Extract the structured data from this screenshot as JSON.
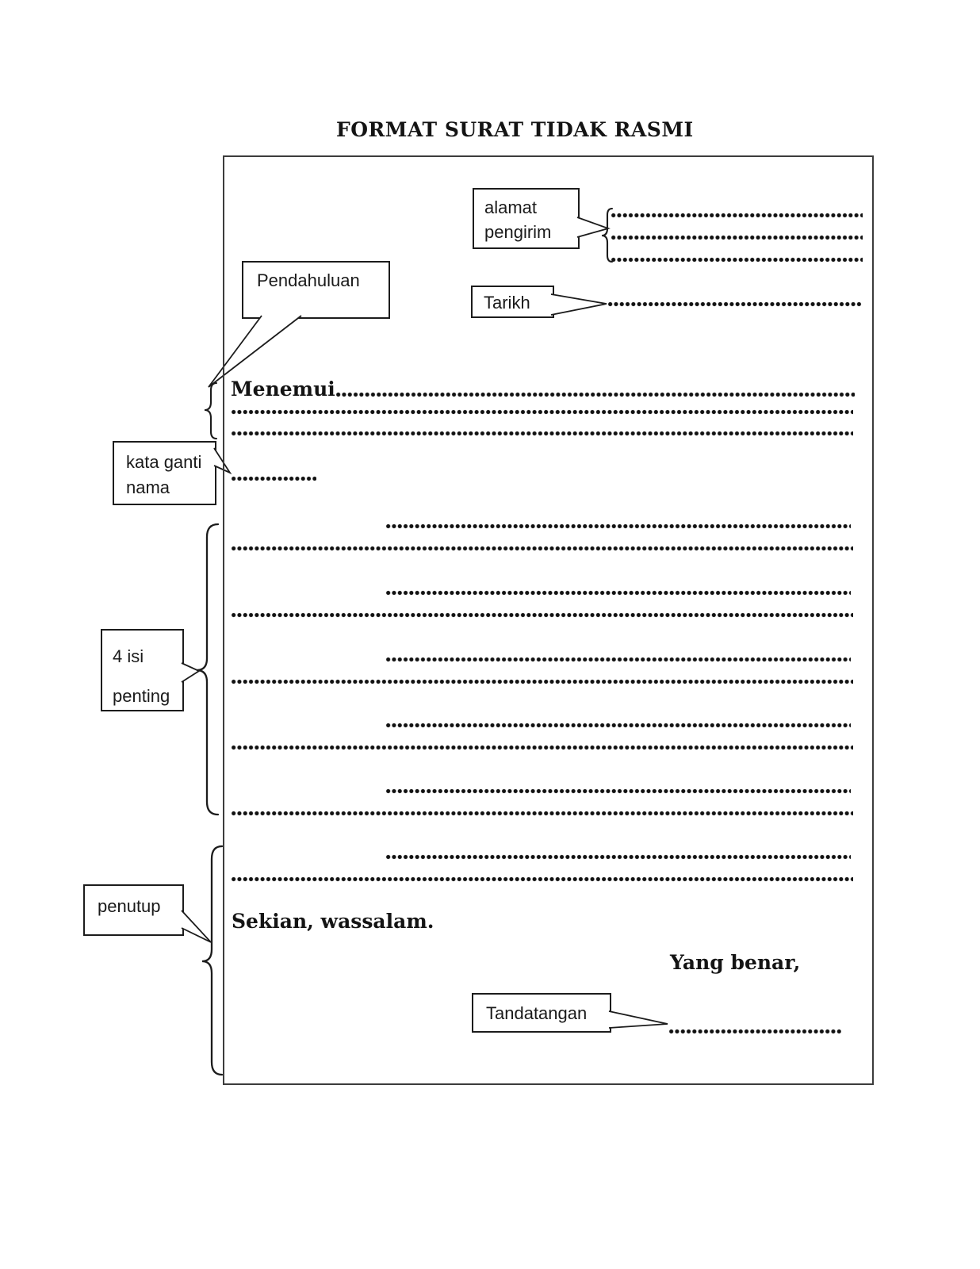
{
  "page_title": "FORMAT  SURAT TIDAK RASMI",
  "callouts": {
    "alamat_pengirim": {
      "line1": "alamat",
      "line2": "pengirim"
    },
    "tarikh": {
      "label": "Tarikh"
    },
    "pendahuluan": {
      "label": "Pendahuluan"
    },
    "kata_ganti_nama": {
      "line1": "kata ganti",
      "line2": "nama"
    },
    "isi_penting": {
      "line1": "4 isi",
      "line2": "penting"
    },
    "penutup": {
      "label": "penutup"
    },
    "tandatangan": {
      "label": "Tandatangan"
    }
  },
  "letter": {
    "salutation": "Menemui",
    "closing": "Sekian, wassalam.",
    "signoff": "Yang benar,"
  },
  "dotted_lines": {
    "sender_address_lines": 3,
    "date_lines": 1,
    "introduction_full_lines": 2,
    "pronoun_short_lines": 1,
    "content_paragraphs": 6,
    "signature_lines": 1
  },
  "colors": {
    "ink": "#1a1a1a",
    "page_border": "#3c3c3c",
    "callout_border": "#1c1c1c",
    "background": "#ffffff"
  }
}
